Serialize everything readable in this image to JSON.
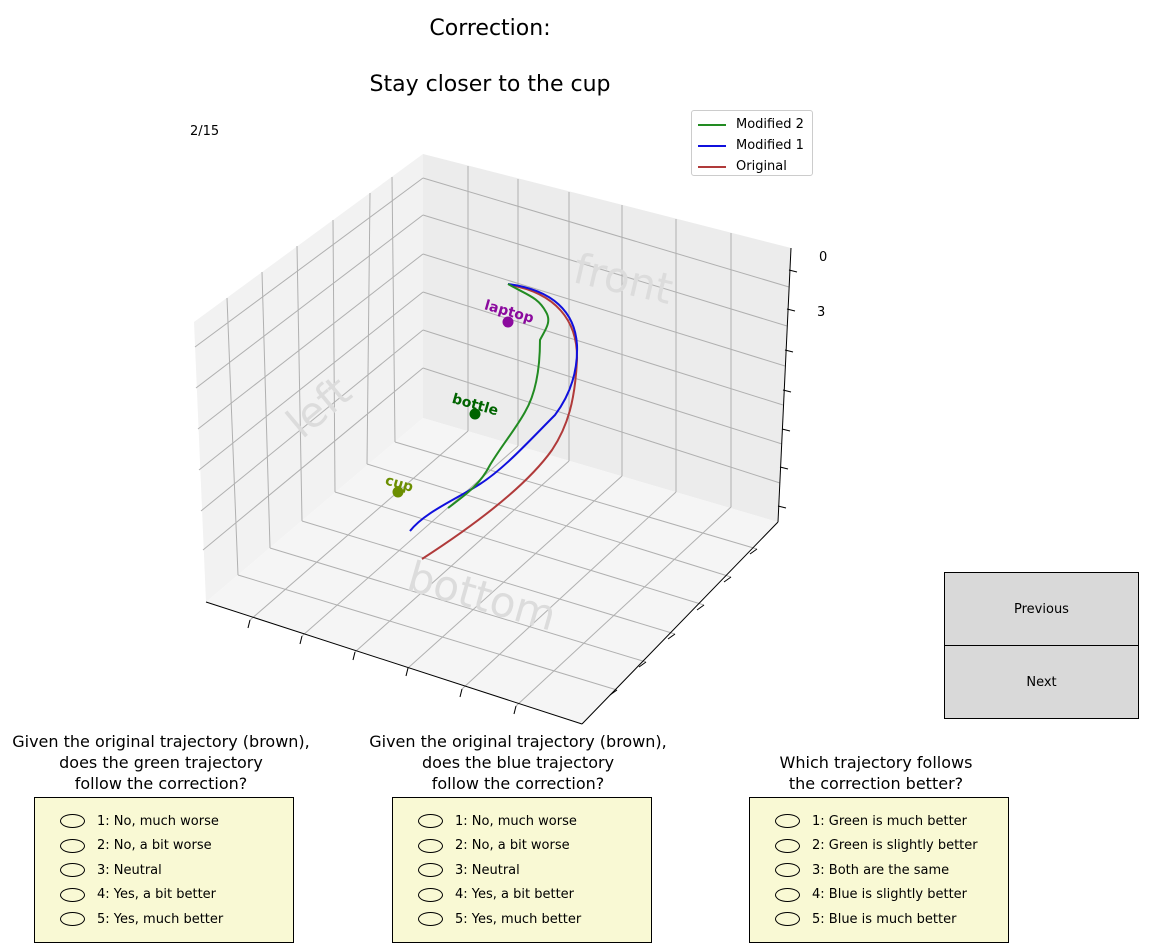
{
  "title_line1": "Correction:",
  "title_line2": "Stay closer to the cup",
  "progress": "2/15",
  "legend": [
    {
      "label": "Modified 2",
      "color": "#228B22"
    },
    {
      "label": "Modified 1",
      "color": "#1010dd"
    },
    {
      "label": "Original",
      "color": "#b03a3a"
    }
  ],
  "scene": {
    "face_labels": {
      "front": "front",
      "left": "left",
      "bottom": "bottom"
    },
    "objects": [
      {
        "name": "laptop",
        "color": "#8b0a9e"
      },
      {
        "name": "bottle",
        "color": "#006400"
      },
      {
        "name": "cup",
        "color": "#6b8e00"
      }
    ],
    "ztick_labels": [
      "0",
      "3",
      ""
    ]
  },
  "buttons": {
    "previous": "Previous",
    "next": "Next"
  },
  "questions": [
    {
      "text_lines": [
        "Given the original trajectory (brown),",
        "does the green trajectory",
        "follow the correction?"
      ],
      "options": [
        "1: No, much worse",
        "2: No, a bit worse",
        "3: Neutral",
        "4: Yes, a bit better",
        "5: Yes, much better"
      ]
    },
    {
      "text_lines": [
        "Given the original trajectory (brown),",
        "does the blue trajectory",
        "follow the correction?"
      ],
      "options": [
        "1: No, much worse",
        "2: No, a bit worse",
        "3: Neutral",
        "4: Yes, a bit better",
        "5: Yes, much better"
      ]
    },
    {
      "text_lines": [
        "Which trajectory follows",
        "the correction better?"
      ],
      "options": [
        "1: Green is much better",
        "2: Green is slightly better",
        "3: Both are the same",
        "4: Blue is slightly better",
        "5: Blue is much better"
      ]
    }
  ]
}
